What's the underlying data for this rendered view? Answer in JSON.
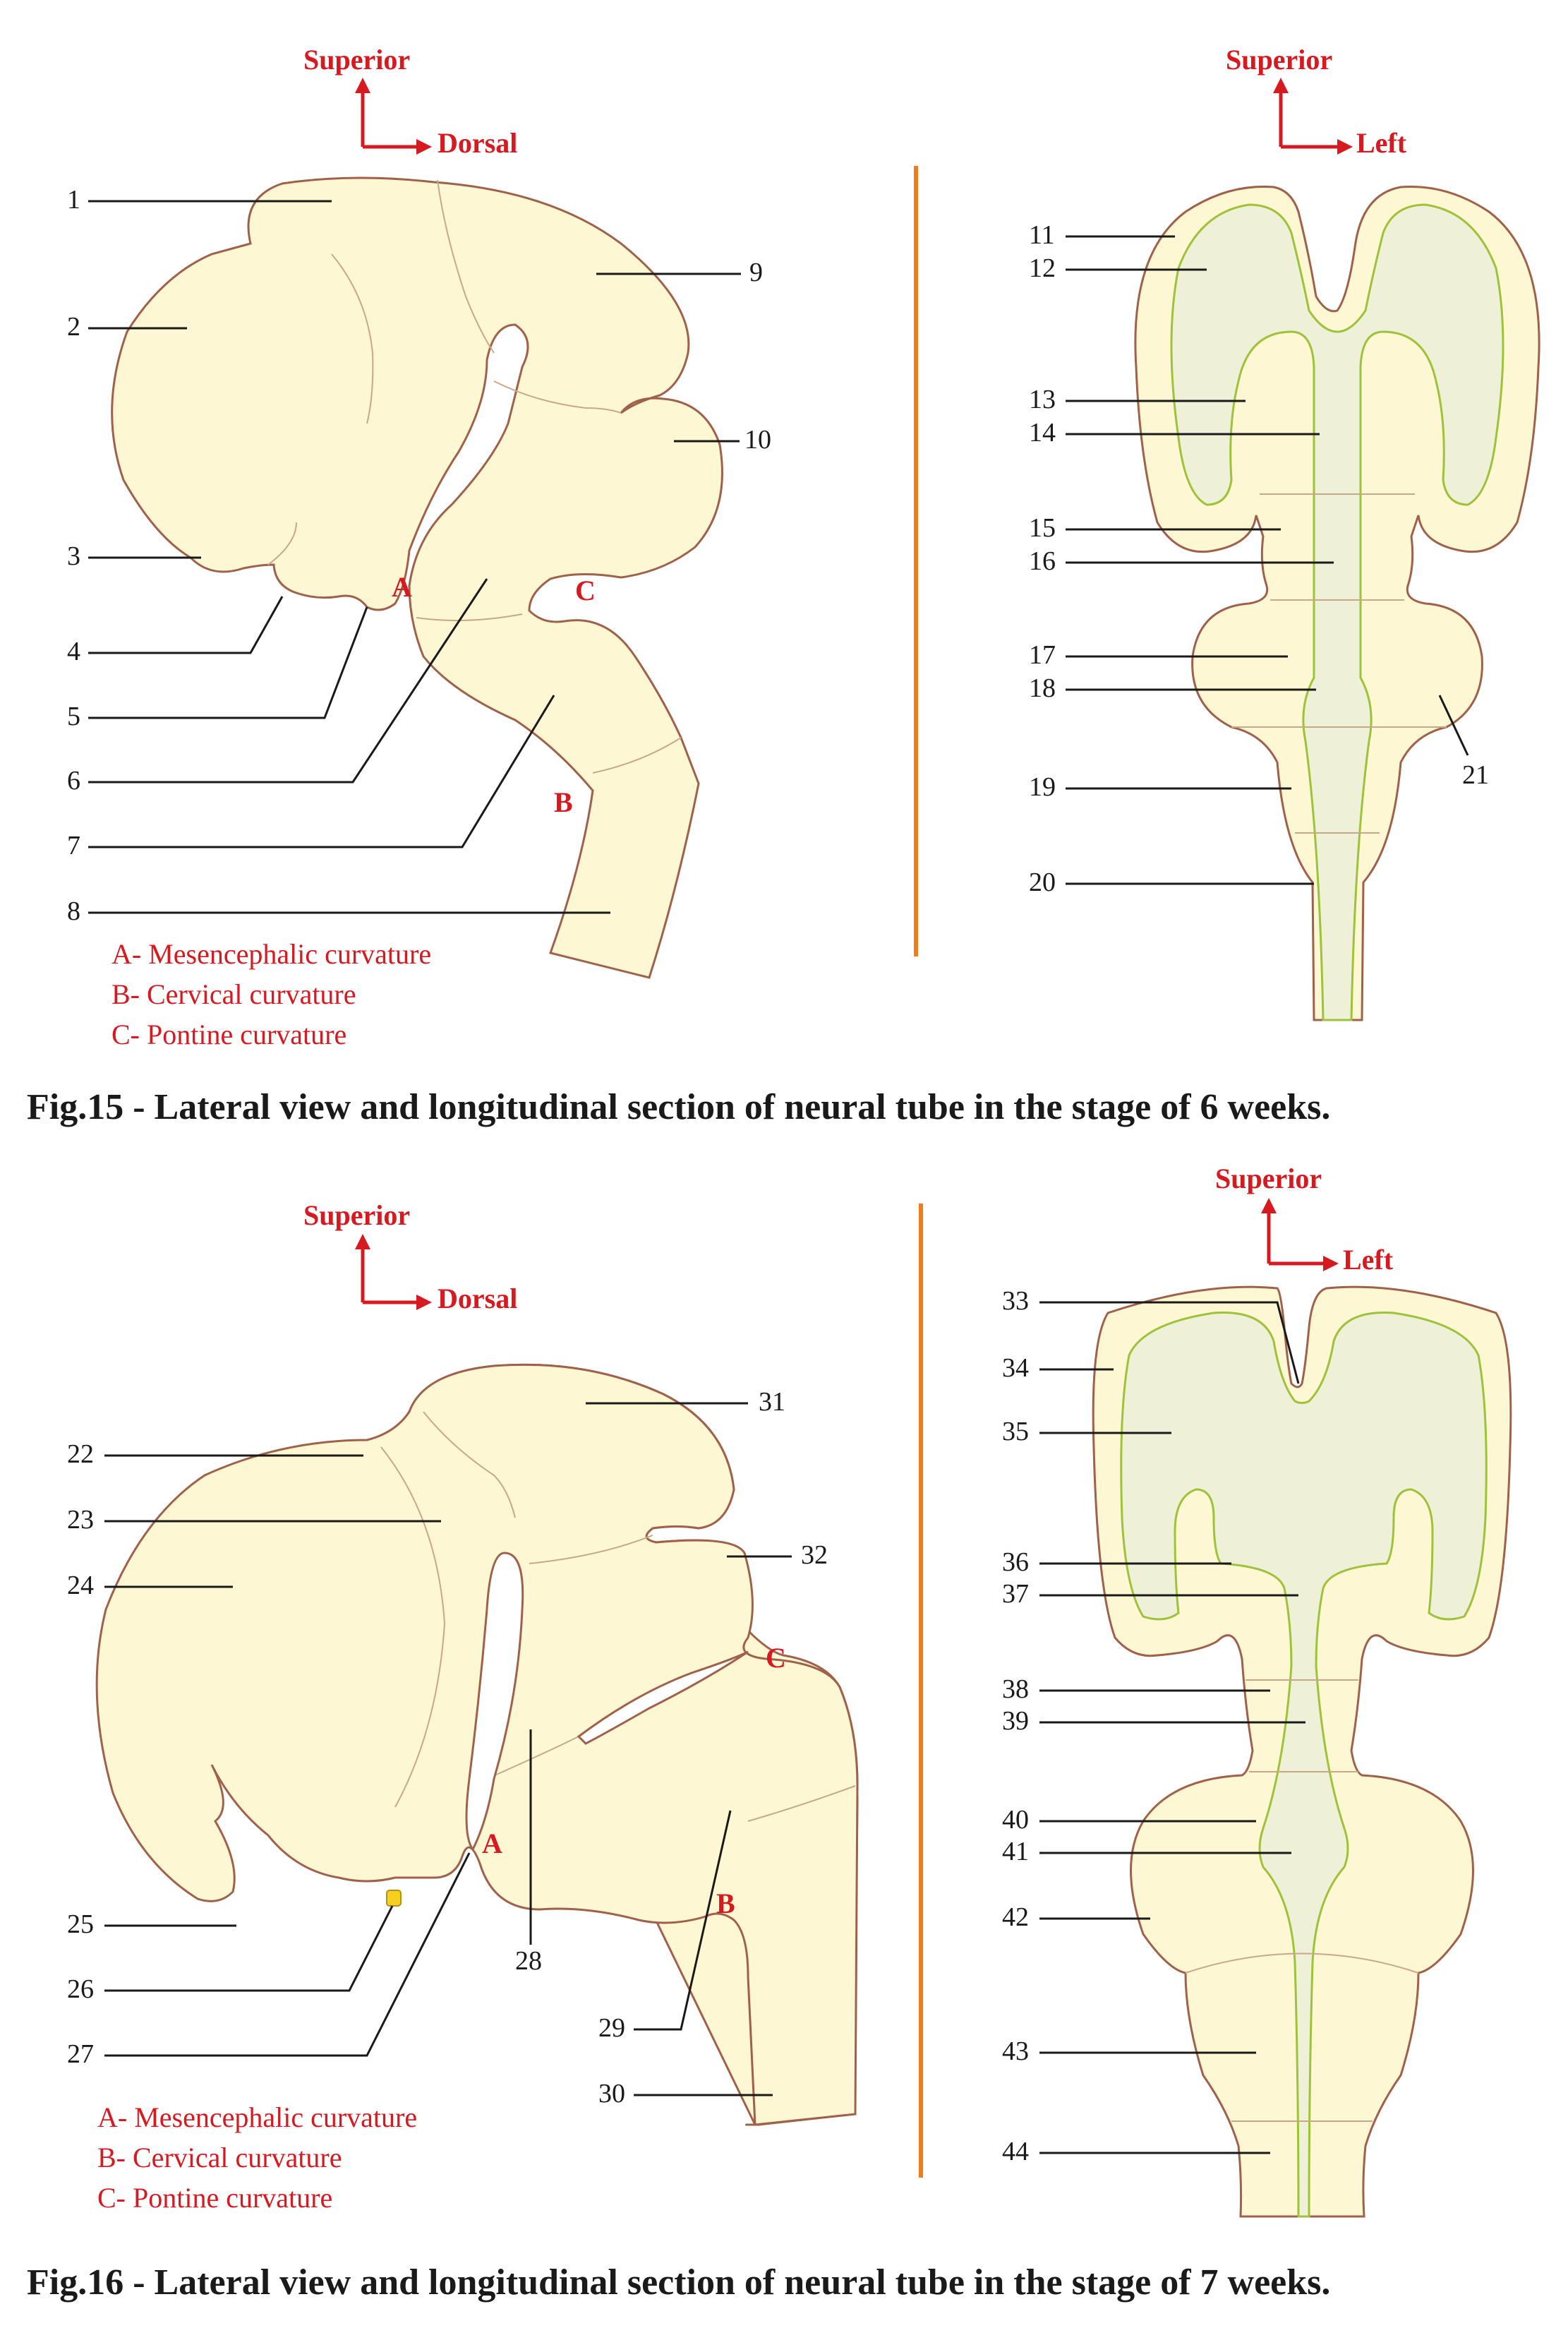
{
  "figures": [
    {
      "caption": "Fig.15 - Lateral view and longitudinal section of neural tube in the stage of 6 weeks.",
      "lateral": {
        "orientation": {
          "up": "Superior",
          "right": "Dorsal"
        },
        "curvature_markers": [
          "A",
          "B",
          "C"
        ],
        "legend": [
          "A- Mesencephalic curvature",
          "B- Cervical curvature",
          "C- Pontine curvature"
        ],
        "labels": [
          "1",
          "2",
          "3",
          "4",
          "5",
          "6",
          "7",
          "8",
          "9",
          "10"
        ]
      },
      "section": {
        "orientation": {
          "up": "Superior",
          "right": "Left"
        },
        "labels": [
          "11",
          "12",
          "13",
          "14",
          "15",
          "16",
          "17",
          "18",
          "19",
          "20",
          "21"
        ]
      }
    },
    {
      "caption": "Fig.16 - Lateral view and longitudinal section of neural tube in the stage of 7 weeks.",
      "lateral": {
        "orientation": {
          "up": "Superior",
          "right": "Dorsal"
        },
        "curvature_markers": [
          "A",
          "B",
          "C"
        ],
        "legend": [
          "A- Mesencephalic curvature",
          "B- Cervical curvature",
          "C- Pontine curvature"
        ],
        "labels": [
          "22",
          "23",
          "24",
          "25",
          "26",
          "27",
          "28",
          "29",
          "30",
          "31",
          "32"
        ]
      },
      "section": {
        "orientation": {
          "up": "Superior",
          "right": "Left"
        },
        "labels": [
          "33",
          "34",
          "35",
          "36",
          "37",
          "38",
          "39",
          "40",
          "41",
          "42",
          "43",
          "44"
        ]
      }
    }
  ],
  "colors": {
    "tissue_fill": "#fdf7d3",
    "tissue_outline": "#a0614a",
    "lumen_fill": "#eef1d8",
    "lumen_outline": "#9ec23a",
    "annotation_red": "#d71920",
    "divider_orange": "#f07d1a",
    "text": "#1a1a1a"
  }
}
